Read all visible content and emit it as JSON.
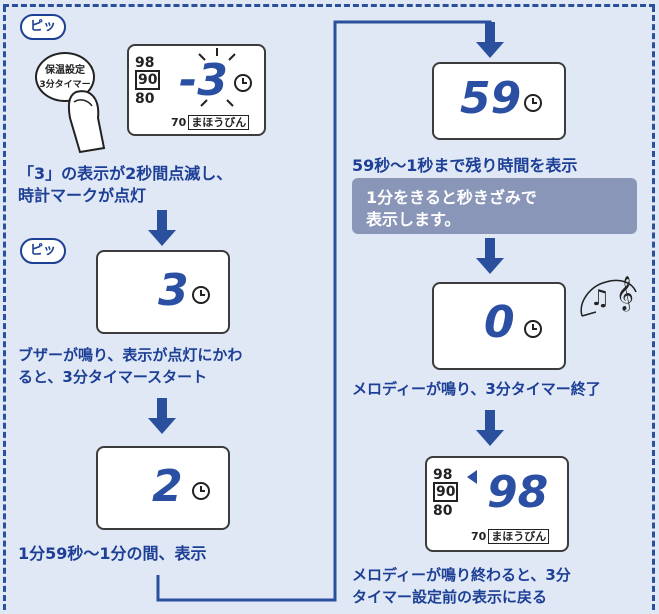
{
  "sounds": {
    "beep1": "ピッ",
    "beep2": "ピッ"
  },
  "button": {
    "line1": "保温設定",
    "line2": "3分タイマー"
  },
  "display_common": {
    "temps": [
      "98",
      "90",
      "80"
    ],
    "mode_number": "70",
    "mode_label": "まほうびん"
  },
  "displays": {
    "d1": "-3",
    "d2": "3",
    "d3": "2",
    "d4": "59",
    "d5": "0",
    "d6": "98"
  },
  "captions": {
    "c1_mark": "「3」",
    "c1_line1_rest": "の表示が2秒間点滅し、",
    "c1_line2": "時計マークが点灯",
    "c2_line1": "ブザーが鳴り、表示が点灯にかわ",
    "c2_line2": "ると、3分タイマースタート",
    "c3": "1分59秒〜1分の間、表示",
    "c4": "59秒〜1秒まで残り時間を表示",
    "note_line1": "1分をきると秒きざみで",
    "note_line2": "表示します。",
    "c5": "メロディーが鳴り、3分タイマー終了",
    "c6_line1": "メロディーが鳴り終わると、3分",
    "c6_line2": "タイマー設定前の表示に戻る"
  },
  "icons": {
    "music": "♫",
    "clef": "𝄞"
  },
  "colors": {
    "background": "#dfe8f4",
    "text": "#1d3f96",
    "arrow": "#2a4f9c",
    "note_box": "#8a96b8"
  }
}
